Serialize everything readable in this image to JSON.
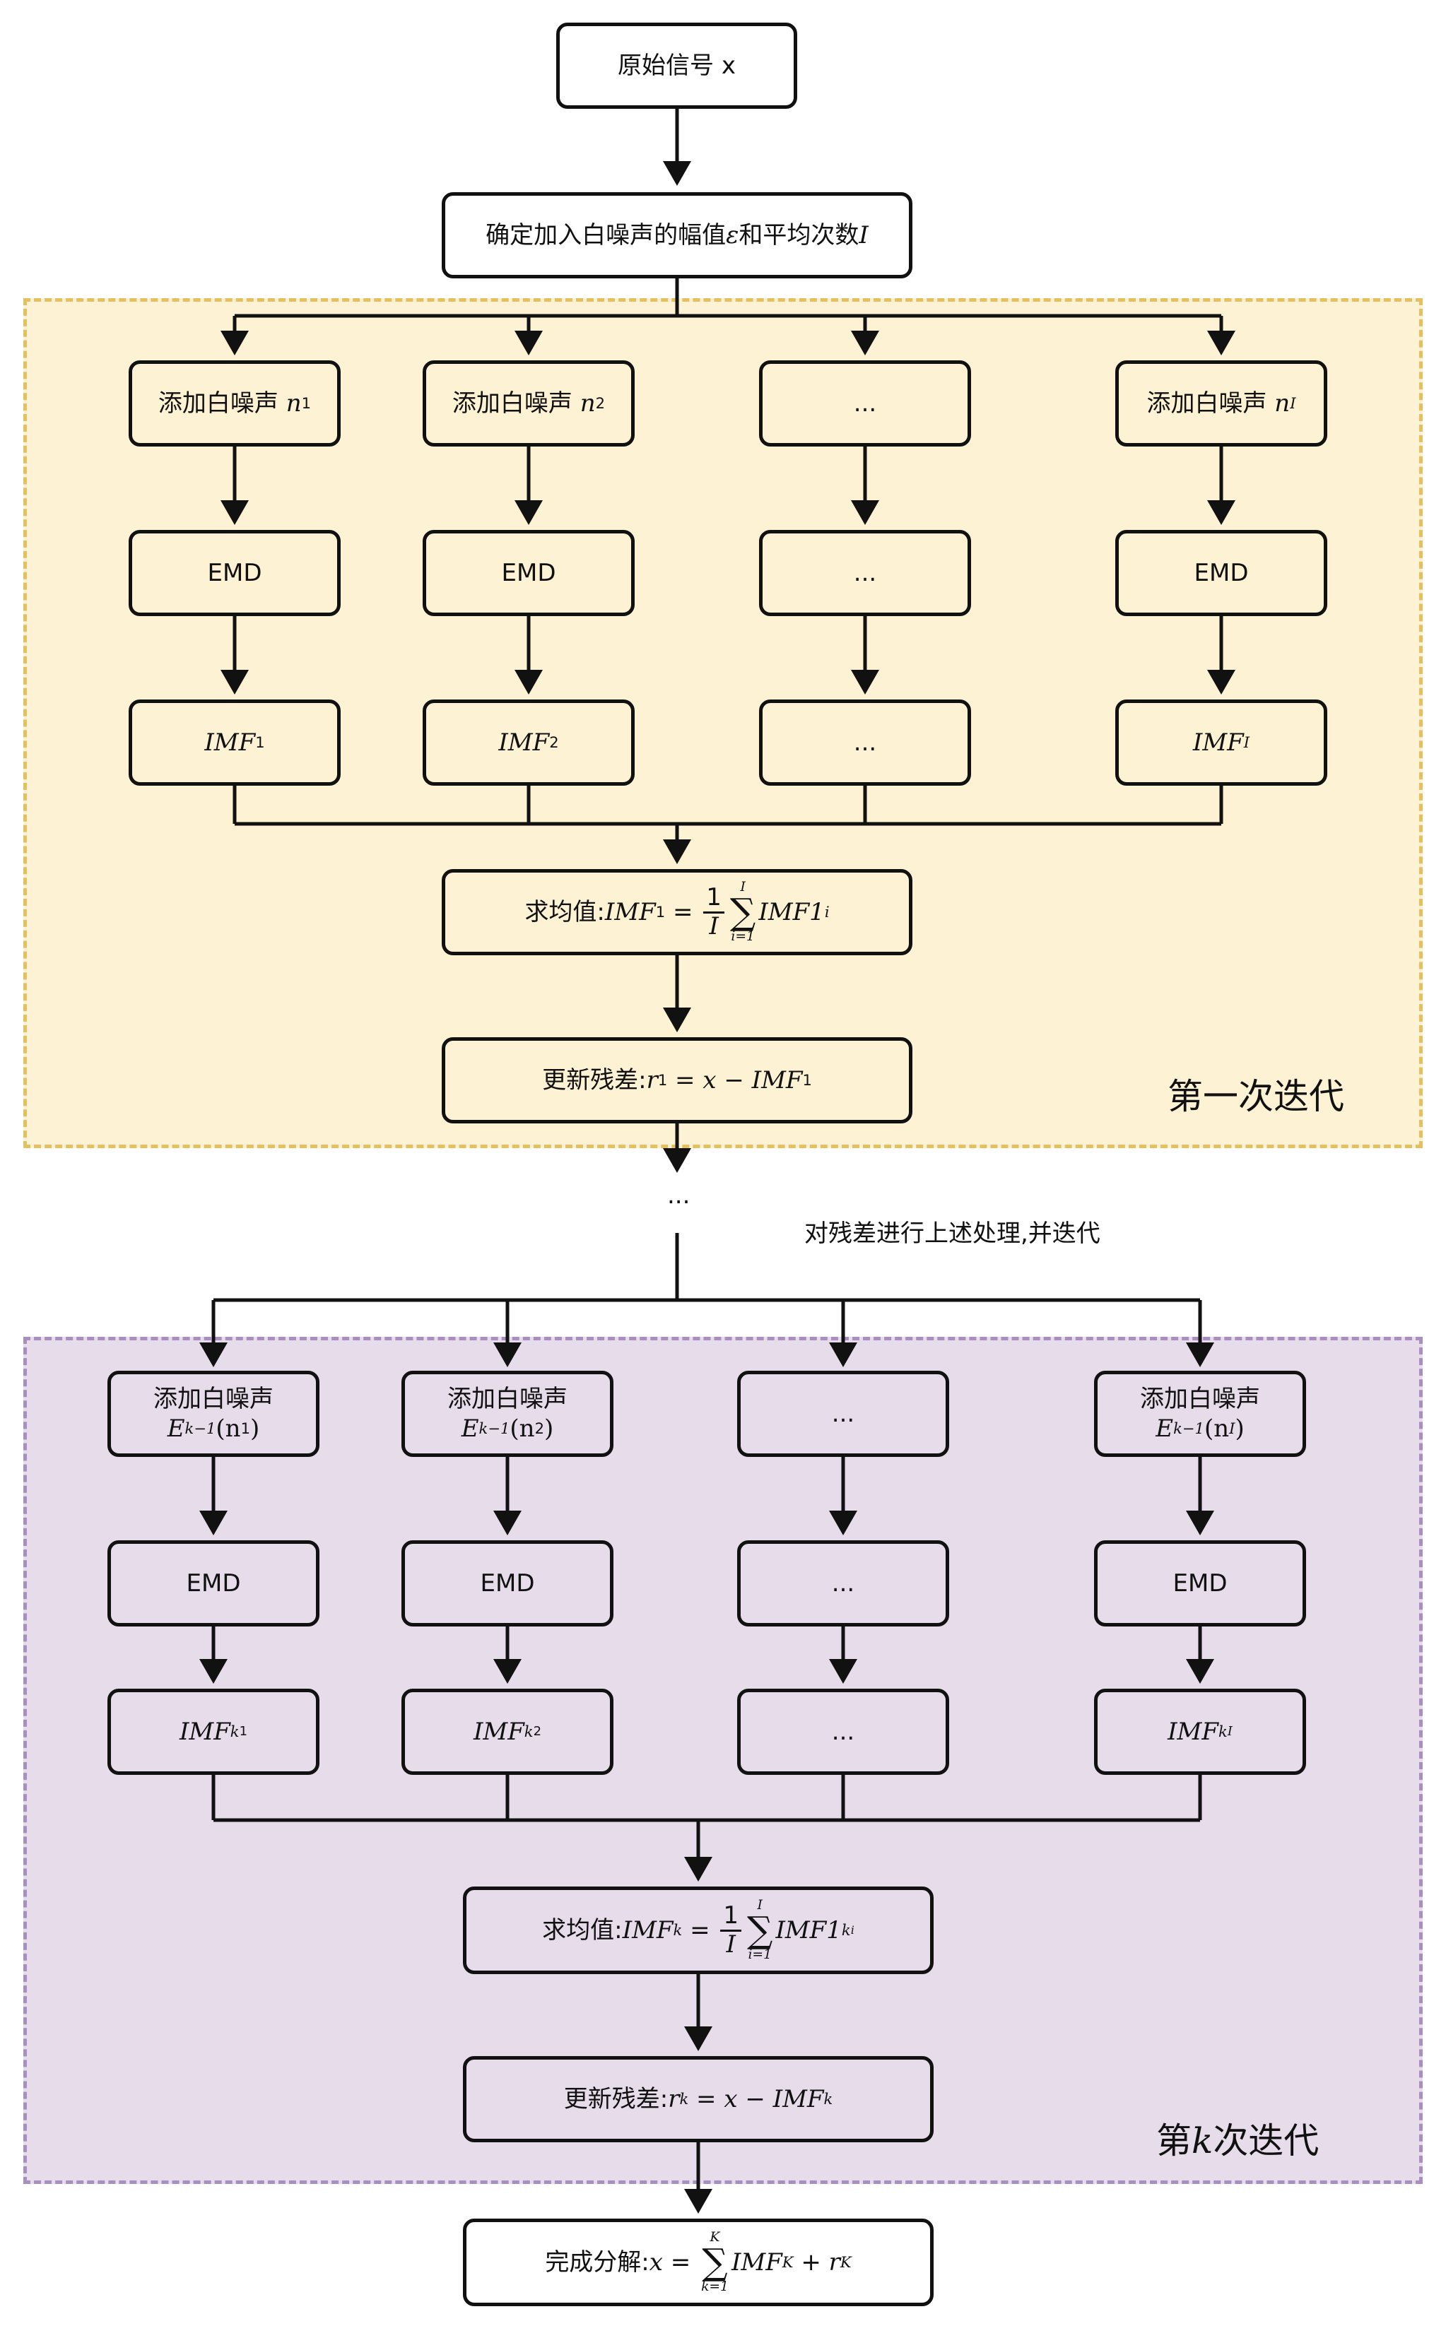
{
  "start": "原始信号 x",
  "config": {
    "text": "确定加入白噪声的幅值 ",
    "eps": "ε",
    "mid": "和平均次数",
    "I": "I"
  },
  "iter1": {
    "label": "第一次迭代",
    "noise_prefix": "添加白噪声",
    "noise_vars": [
      {
        "base": "n",
        "sub": "1"
      },
      {
        "base": "n",
        "sub": "2"
      },
      {
        "base": "n",
        "sub": "I"
      }
    ],
    "emd": "EMD",
    "ellipsis": "...",
    "imfs": [
      {
        "base": "IMF",
        "sub": "1"
      },
      {
        "base": "IMF",
        "sub": "2"
      },
      {
        "base": "IMF",
        "sub": "I"
      }
    ],
    "mean": {
      "label": "求均值: ",
      "lhs": "IMF",
      "lhs_sub": "1",
      "eq": " = ",
      "num": "1",
      "den": "I",
      "sum_top": "I",
      "sum_sym": "∑",
      "sum_bottom": "i=1",
      "rhs": "IMF1",
      "rhs_sub": "i"
    },
    "update": {
      "label": "更新残差: ",
      "r": "r",
      "r_sub": "1",
      "expr": " = x − ",
      "imf": "IMF",
      "imf_sub": "1"
    }
  },
  "between": {
    "dots": "...",
    "note": "对残差进行上述处理,并迭代"
  },
  "iterk": {
    "label_pre": "第",
    "label_k": "k",
    "label_post": "次迭代",
    "noise_prefix": "添加白噪声",
    "noise_vars": [
      {
        "E": "E",
        "E_sub": "k−1",
        "arg": "(n",
        "arg_sub": "1",
        "close": ")"
      },
      {
        "E": "E",
        "E_sub": "k−1",
        "arg": "(n",
        "arg_sub": "2",
        "close": ")"
      },
      {
        "E": "E",
        "E_sub": "k−1",
        "arg": "(n",
        "arg_sub": "I",
        "close": ")"
      }
    ],
    "emd": "EMD",
    "ellipsis": "...",
    "imfs": [
      {
        "base": "IMF",
        "sub": "k",
        "subsub": "1"
      },
      {
        "base": "IMF",
        "sub": "k",
        "subsub": "2"
      },
      {
        "base": "IMF",
        "sub": "k",
        "subsub": "I"
      }
    ],
    "mean": {
      "label": "求均值: ",
      "lhs": "IMF",
      "lhs_sub": "k",
      "eq": " = ",
      "num": "1",
      "den": "I",
      "sum_top": "I",
      "sum_sym": "∑",
      "sum_bottom": "i=1",
      "rhs": "IMF1",
      "rhs_sub": "k",
      "rhs_subsub": "i"
    },
    "update": {
      "label": "更新残差: ",
      "r": "r",
      "r_sub": "k",
      "expr": " = x − ",
      "imf": "IMF",
      "imf_sub": "k"
    }
  },
  "final": {
    "label": "完成分解: ",
    "x": "x",
    "eq": " = ",
    "sum_top": "K",
    "sum_sym": "∑",
    "sum_bottom": "k=1",
    "imf": "IMF",
    "imf_sub": "K",
    "plus": " + ",
    "r": "r",
    "r_sub": "K"
  },
  "colors": {
    "iter1_fill": "#fdf2d4",
    "iter1_border": "#e6c05e",
    "iterk_fill": "#e6dcea",
    "iterk_border": "#a88fc0",
    "line": "#111111"
  }
}
